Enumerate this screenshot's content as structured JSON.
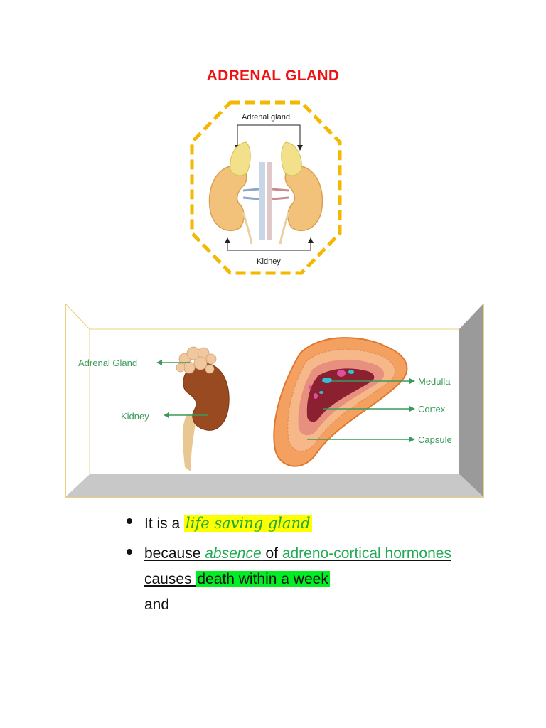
{
  "page": {
    "title": "ADRENAL GLAND"
  },
  "figure1": {
    "top_label": "Adrenal gland",
    "bottom_label": "Kidney",
    "frame_color": "#f5b800"
  },
  "figure2": {
    "labels": {
      "adrenal": "Adrenal Gland",
      "kidney": "Kidney",
      "medulla": "Medulla",
      "cortex": "Cortex",
      "capsule": "Capsule"
    },
    "label_color": "#3a9a5a"
  },
  "bullets": {
    "b1": {
      "prefix": "It is a ",
      "highlight": "life saving gland"
    },
    "b2": {
      "w_because": "because ",
      "w_absence": "absence",
      "w_of": " of ",
      "w_hormones": "adreno-cortical hormones",
      "w_causes": "causes ",
      "w_death": "death within a week",
      "w_and": "and"
    }
  }
}
